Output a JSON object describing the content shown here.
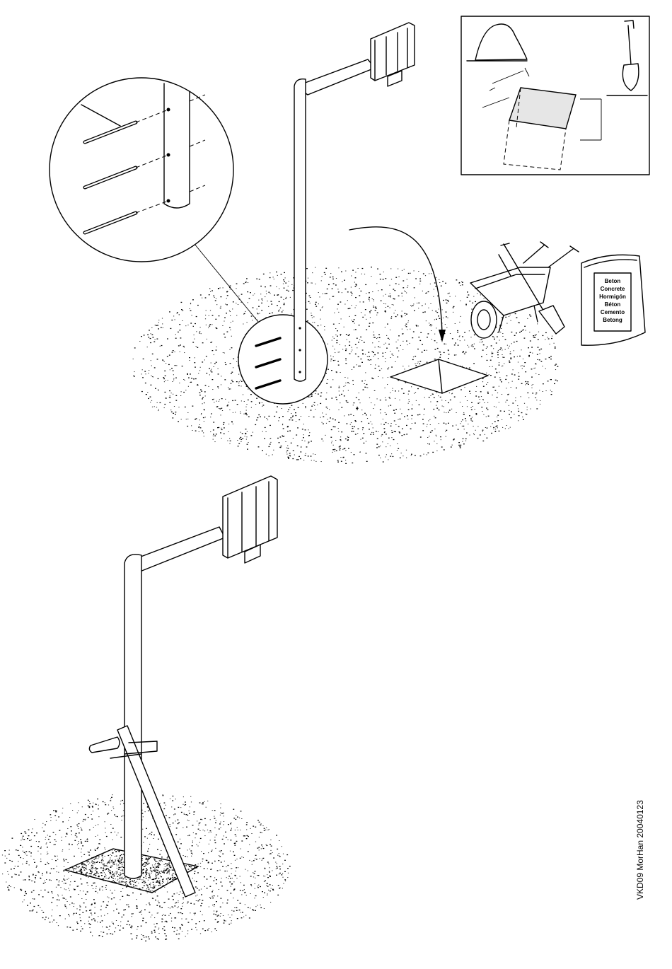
{
  "concrete_bag": {
    "labels": [
      "Beton",
      "Concrete",
      "Hormigón",
      "Béton",
      "Cemento",
      "Betong"
    ]
  },
  "footer": {
    "code": "VKD09 MorHan 20040123"
  },
  "colors": {
    "line": "#000000",
    "hole_fill": "#e6e6e6",
    "background": "#ffffff"
  }
}
